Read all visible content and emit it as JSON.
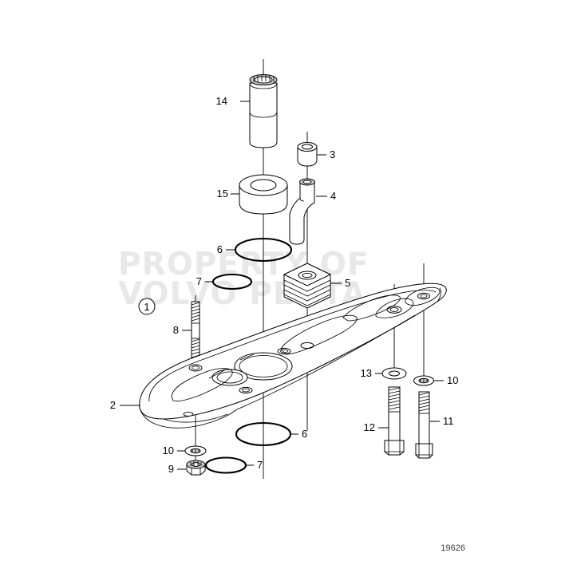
{
  "document": {
    "type": "exploded-parts-diagram",
    "drawing_number": "19626",
    "background_color": "#ffffff",
    "line_color": "#000000"
  },
  "watermark": {
    "line1": "PROPERTY OF",
    "line2": "VOLVO PENTA",
    "color": "#e8e8e8"
  },
  "callouts": {
    "n1": "1",
    "n2": "2",
    "n3": "3",
    "n4": "4",
    "n5": "5",
    "n6_top": "6",
    "n6_bottom": "6",
    "n7_top": "7",
    "n7_bottom": "7",
    "n8": "8",
    "n9": "9",
    "n10_left": "10",
    "n10_right": "10",
    "n11": "11",
    "n12": "12",
    "n13": "13",
    "n14": "14",
    "n15": "15"
  },
  "parts": [
    {
      "ref": "1",
      "name": "assembly-reference-circle",
      "shape": "circled-number"
    },
    {
      "ref": "2",
      "name": "gearcase-housing-plate",
      "shape": "large-cast-plate"
    },
    {
      "ref": "3",
      "name": "bushing-small",
      "shape": "short-cylinder"
    },
    {
      "ref": "4",
      "name": "offset-pipe",
      "shape": "s-bend-tube"
    },
    {
      "ref": "5",
      "name": "finned-anode-block",
      "shape": "stacked-fins"
    },
    {
      "ref": "6",
      "name": "o-ring-large",
      "shape": "ellipse-ring"
    },
    {
      "ref": "7",
      "name": "o-ring-small",
      "shape": "ellipse-ring"
    },
    {
      "ref": "8",
      "name": "threaded-stud",
      "shape": "double-thread-stud"
    },
    {
      "ref": "9",
      "name": "hex-nut",
      "shape": "hex-nut"
    },
    {
      "ref": "10",
      "name": "flat-washer",
      "shape": "washer"
    },
    {
      "ref": "11",
      "name": "hex-bolt-short",
      "shape": "hex-head-bolt"
    },
    {
      "ref": "12",
      "name": "hex-bolt-long",
      "shape": "hex-head-bolt"
    },
    {
      "ref": "13",
      "name": "flat-washer-large",
      "shape": "washer"
    },
    {
      "ref": "14",
      "name": "bearing-sleeve",
      "shape": "long-cylinder"
    },
    {
      "ref": "15",
      "name": "spacer-ring",
      "shape": "thick-ring"
    }
  ]
}
